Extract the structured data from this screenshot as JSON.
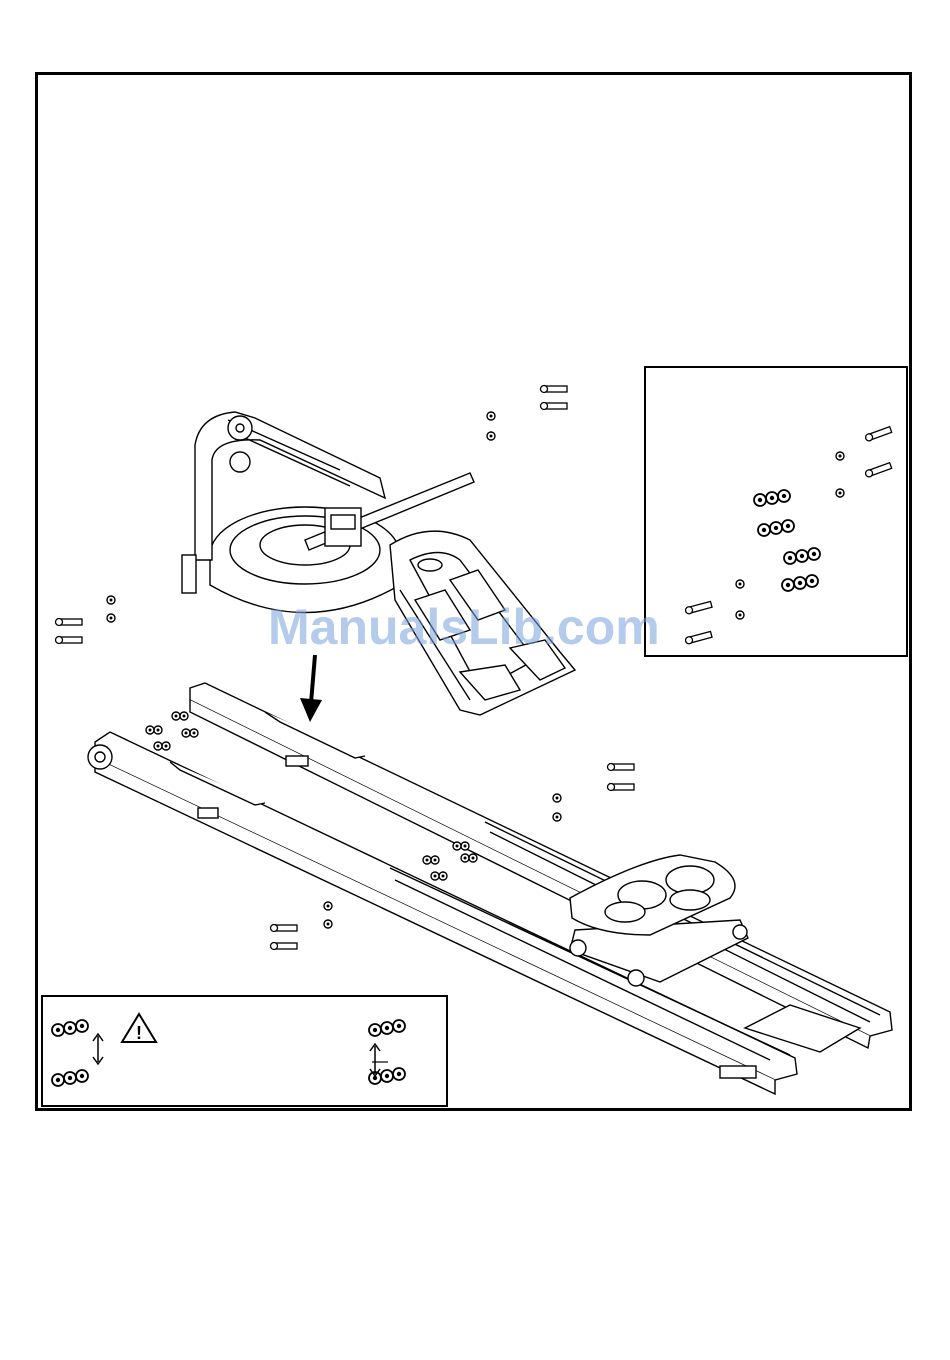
{
  "watermark": {
    "text": "ManualsLib.com"
  },
  "detail_inset": {
    "icon": "bolt-washer-nut-exploded-detail"
  },
  "legend_box": {
    "left_icon": "washer-nut-stack-swap-icon",
    "warning_icon": "warning-triangle-icon",
    "warning_mark": "!",
    "right_icon": "washer-nut-stack-swap-icon"
  },
  "assembly": {
    "arrow_icon": "down-arrow-icon",
    "upper_unit": "water-tank-footboard-unit",
    "lower_unit": "rail-frame-with-seat"
  }
}
